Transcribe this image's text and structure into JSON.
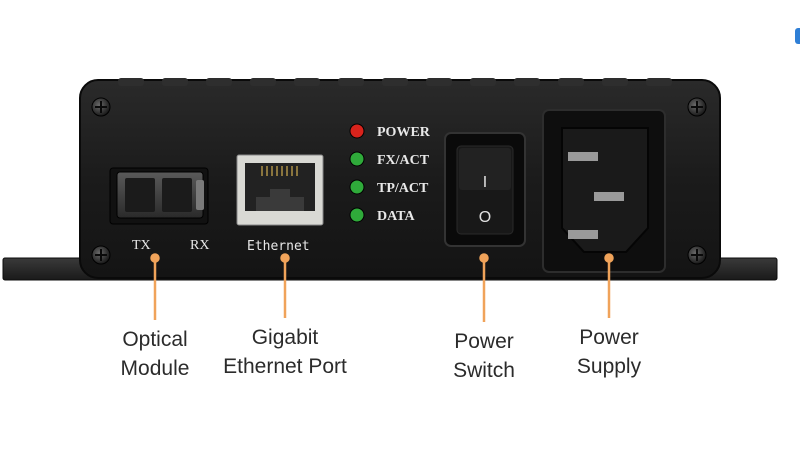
{
  "panel": {
    "port_labels": {
      "tx": "TX",
      "rx": "RX",
      "ethernet": "Ethernet"
    },
    "leds": [
      {
        "label": "POWER",
        "color": "#d8231c"
      },
      {
        "label": "FX/ACT",
        "color": "#2faa3a"
      },
      {
        "label": "TP/ACT",
        "color": "#2faa3a"
      },
      {
        "label": "DATA",
        "color": "#2faa3a"
      }
    ],
    "switch": {
      "on_mark": "I",
      "off_mark": "O"
    }
  },
  "callouts": [
    {
      "id": "optical-module",
      "lines": [
        "Optical",
        "Module"
      ]
    },
    {
      "id": "ethernet-port",
      "lines": [
        "Gigabit",
        "Ethernet Port"
      ]
    },
    {
      "id": "power-switch",
      "lines": [
        "Power",
        "Switch"
      ]
    },
    {
      "id": "power-supply",
      "lines": [
        "Power",
        "Supply"
      ]
    }
  ],
  "colors": {
    "callout_line": "#f0a35a",
    "housing": "#1c1c1c",
    "accent": "#2f7fd6"
  }
}
